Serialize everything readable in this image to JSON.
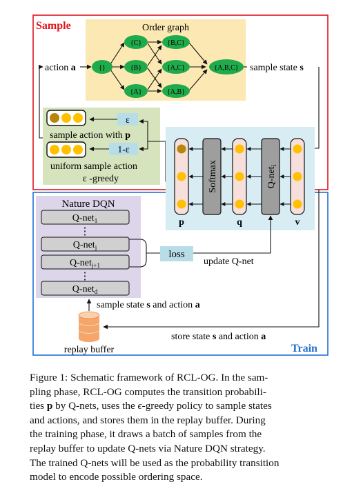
{
  "sections": {
    "sample_label": "Sample",
    "train_label": "Train",
    "colors": {
      "sample": "#e0141a",
      "train": "#1f6fd1"
    }
  },
  "order_graph": {
    "title": "Order graph",
    "nodes": [
      {
        "id": "empty",
        "label": "{}"
      },
      {
        "id": "C",
        "label": "{C}"
      },
      {
        "id": "B",
        "label": "{B}"
      },
      {
        "id": "A",
        "label": "{A}"
      },
      {
        "id": "BC",
        "label": "{B,C}"
      },
      {
        "id": "AC",
        "label": "{A,C}"
      },
      {
        "id": "AB",
        "label": "{A,B}"
      },
      {
        "id": "ABC",
        "label": "{A,B,C}"
      }
    ],
    "node_color": "#1faa4b",
    "bg_color": "#fce8b3"
  },
  "labels": {
    "action_prefix": "action ",
    "action_var": "a",
    "sample_state_prefix": "sample state ",
    "sample_state_var": "s",
    "epsilon": "ε",
    "one_minus_epsilon": "1-ε",
    "sample_with_p_prefix": "sample action with ",
    "sample_with_p_var": "p",
    "uniform": "uniform sample action",
    "egreedy": "ε -greedy",
    "softmax": "Softmax",
    "qnet_main": "Q-net",
    "qnet_main_sub": "i",
    "col_p": "p",
    "col_q": "q",
    "col_v": "v",
    "loss": "loss",
    "update_qnet": "update Q-net",
    "sample_batch_prefix": "sample state ",
    "sample_batch_s": "s",
    "sample_batch_mid": " and action ",
    "sample_batch_a": "a",
    "store_prefix": "store state ",
    "store_s": "s",
    "store_mid": " and action ",
    "store_a": "a",
    "replay": "replay buffer"
  },
  "nature_dqn": {
    "title": "Nature DQN",
    "nets": [
      {
        "label": "Q-net",
        "sub": "1"
      },
      {
        "label": "Q-net",
        "sub": "j"
      },
      {
        "label": "Q-net",
        "sub": "j+1"
      },
      {
        "label": "Q-net",
        "sub": "d"
      }
    ],
    "dots": "⋮",
    "bg_color": "#ddd5ea"
  },
  "caption": {
    "fig_label": "Figure 1:",
    "lines": [
      " Schematic framework of RCL-OG. In the sam-",
      "pling phase, RCL-OG computes the transition probabili-",
      "ties ",
      " by Q-nets, uses the ",
      "-greedy policy to sample states",
      "and actions, and stores them in the replay buffer. During",
      "the training phase, it draws a batch of samples from the",
      "replay buffer to update Q-nets via Nature DQN strategy.",
      "The trained Q-nets will be used as the probability transition",
      "model to encode possible ordering space."
    ],
    "bold_p": "p",
    "italic_eps": "ϵ"
  }
}
